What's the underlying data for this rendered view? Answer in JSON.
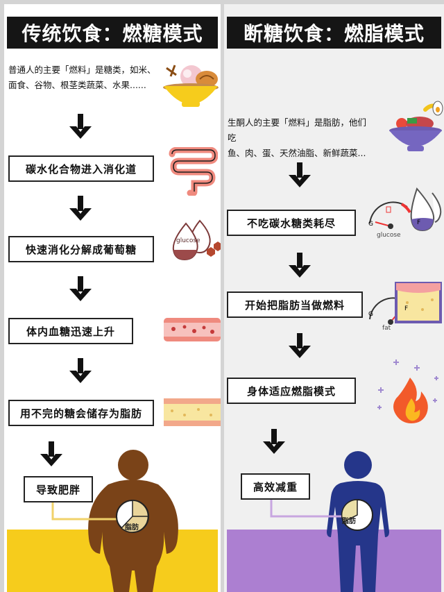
{
  "left": {
    "title": "传统饮食：燃糖模式",
    "intro_line1": "普通人的主要「燃料」是糖类，如米、",
    "intro_line2": "面食、谷物、根茎类蔬菜、水果......",
    "steps": [
      "碳水化合物进入消化道",
      "快速消化分解成葡萄糖",
      "体内血糖迅速上升",
      "用不完的糖会储存为脂肪",
      "导致肥胖"
    ],
    "glucose_label": "glucose",
    "fat_label": "脂肪",
    "colors": {
      "ground": "#f6cc1c",
      "figure": "#7a4318",
      "pie": "#e9d49a"
    }
  },
  "right": {
    "title": "断糖饮食：燃脂模式",
    "intro_line1": "生酮人的主要「燃料」是脂肪，他们吃",
    "intro_line2": "鱼、肉、蛋、天然油脂、新鲜蔬菜...",
    "steps": [
      "不吃碳水糖类耗尽",
      "开始把脂肪当做燃料",
      "身体适应燃脂模式",
      "高效减重"
    ],
    "gauge1_label": "glucose",
    "gauge1_low": "G",
    "gauge1_high": "F",
    "gauge2_label": "fat",
    "gauge2_low": "G",
    "gauge2_high": "F",
    "fat_label": "脂肪",
    "colors": {
      "ground": "#ac7fd1",
      "figure": "#25368a",
      "pie": "#eadfa8"
    }
  }
}
